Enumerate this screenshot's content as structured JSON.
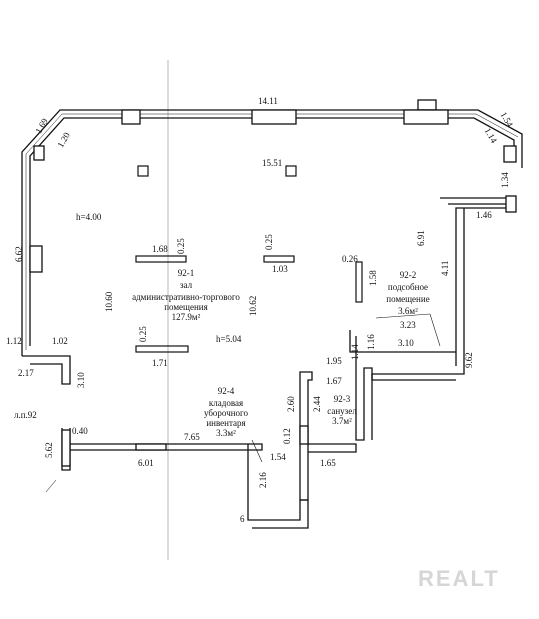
{
  "watermark": "REALT",
  "dimensions": {
    "top_wall": "14.11",
    "left_diag_outer": "1.69",
    "left_diag_inner": "1.20",
    "right_diag_outer": "1.54",
    "right_diag_inner": "1.14",
    "inner_top": "15.51",
    "right_stub": "1.34",
    "right_recess": "1.46",
    "height_main": "h=4.00",
    "height_low": "h=5.04",
    "left_wall": "6.62",
    "col1_w": "1.68",
    "col1_h": "0.25",
    "col2_h": "0.25",
    "col2_w": "1.03",
    "col3_w": "0.26",
    "col3_h": "1.58",
    "col4_h": "0.25",
    "col4_w": "1.71",
    "hall_depth_left": "10.60",
    "hall_depth_mid": "10.62",
    "right_depth": "6.91",
    "right_inner_depth": "4.11",
    "aux_width_a": "3.23",
    "aux_width_b": "3.10",
    "aux_depth": "1.16",
    "aux_stub": "1.14",
    "right_outer_depth": "9.62",
    "left_step_a": "1.12",
    "left_step_b": "1.02",
    "left_step_c": "2.17",
    "left_step_d": "3.10",
    "bath_top": "1.95",
    "bath_w": "1.67",
    "bath_h": "2.44",
    "store_h": "2.60",
    "store_gap": "0.12",
    "store_w": "7.65",
    "store_step": "1.54",
    "bath_bottom": "1.65",
    "stair_label": "л.п.92",
    "stair_w": "0.40",
    "stair_h": "5.62",
    "bottom_wall": "6.01",
    "bottom_depth": "2.16",
    "bottom_edge": "6"
  },
  "rooms": {
    "hall": {
      "number": "92-1",
      "line1": "зал",
      "line2": "административно-торгового",
      "line3": "помещения",
      "area": "127.9м²"
    },
    "aux": {
      "number": "92-2",
      "line1": "подсобное",
      "line2": "помещение",
      "area": "3.6м²"
    },
    "bath": {
      "number": "92-3",
      "line1": "санузел",
      "area": "3.7м²"
    },
    "store": {
      "number": "92-4",
      "line1": "кладовая",
      "line2": "уборочного",
      "line3": "инвентаря",
      "area": "3.3м²"
    }
  }
}
